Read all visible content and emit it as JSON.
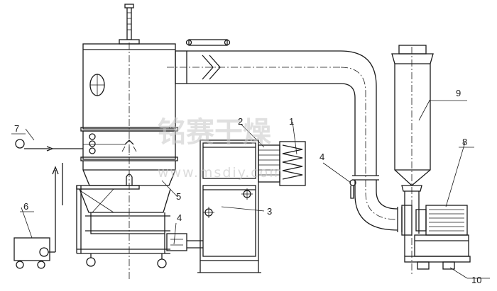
{
  "labels": {
    "l1": "1",
    "l2": "2",
    "l3": "3",
    "l4a": "4",
    "l4b": "4",
    "l5": "5",
    "l6": "6",
    "l7": "7",
    "l8": "8",
    "l9": "9",
    "l10": "10"
  },
  "watermark": {
    "cn": "铭赛干燥",
    "url": "www.msdiy.com"
  }
}
